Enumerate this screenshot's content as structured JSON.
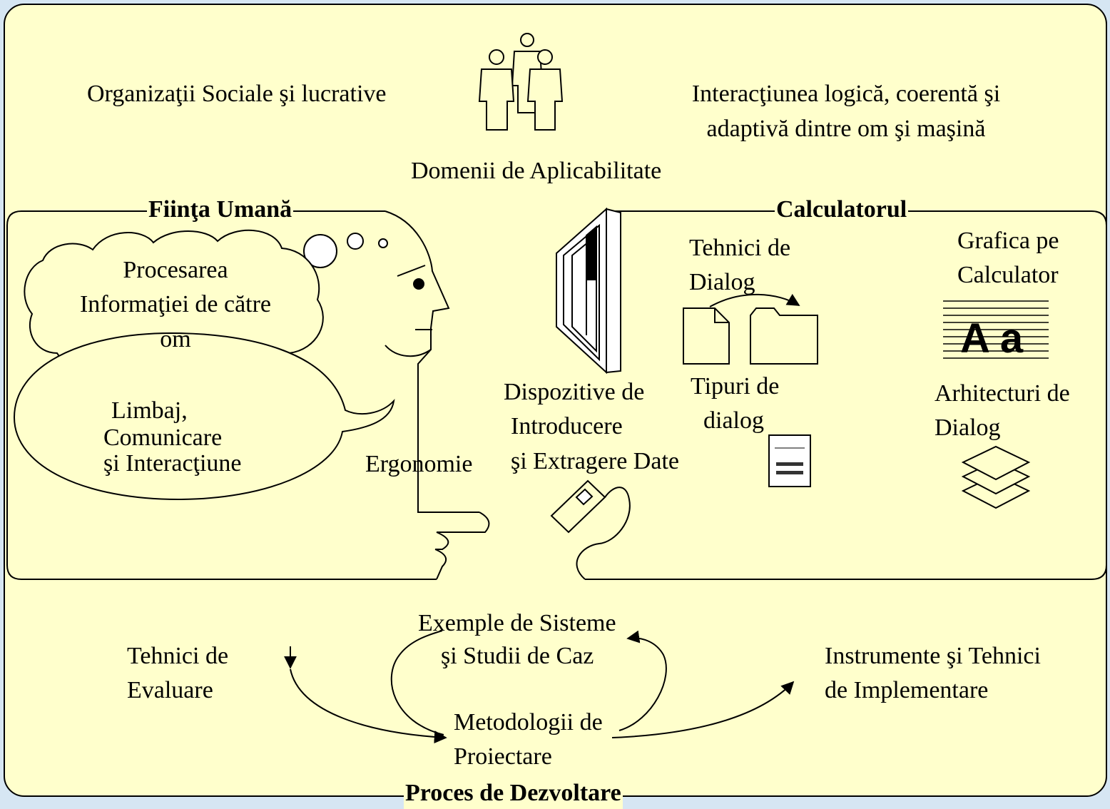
{
  "colors": {
    "panel_fill": "#ffffcc",
    "page_background": "#d6e6f3",
    "stroke": "#000000"
  },
  "icons": [
    "people-group-icon",
    "thought-cloud-icon",
    "speech-bubble-icon",
    "human-head-profile-icon",
    "monitor-icon",
    "document-icon",
    "folder-icon",
    "menu-list-icon",
    "layers-icon",
    "mouse-icon",
    "cycle-arrows-icon"
  ],
  "top_section": {
    "social_orgs": "Organizaţii Sociale şi lucrative",
    "interaction_line1": "Interacţiunea logică, coerentă şi",
    "interaction_line2": "adaptivă dintre om şi maşină",
    "domains": "Domenii de Aplicabilitate"
  },
  "human": {
    "title": "Fiinţa Umană",
    "processing_line1": "Procesarea",
    "processing_line2": "Informaţiei de către",
    "processing_line3": "om",
    "language_line1": "Limbaj,",
    "language_line2": "Comunicare",
    "language_line3": "şi Interacţiune",
    "ergonomics": "Ergonomie"
  },
  "computer": {
    "title": "Calculatorul",
    "dialog_tech_line1": "Tehnici de",
    "dialog_tech_line2": "Dialog",
    "graphics_line1": "Grafica pe",
    "graphics_line2": "Calculator",
    "aa_sample": "A a",
    "devices_line1": "Dispozitive de",
    "devices_line2": "Introducere",
    "devices_line3": "şi Extragere Date",
    "dialog_types_line1": "Tipuri de",
    "dialog_types_line2": "dialog",
    "architectures_line1": "Arhitecturi de",
    "architectures_line2": "Dialog"
  },
  "process": {
    "title": "Proces de Dezvoltare",
    "eval_line1": "Tehnici de",
    "eval_line2": "Evaluare",
    "examples_line1": "Exemple de Sisteme",
    "examples_line2": "şi Studii de Caz",
    "tools_line1": "Instrumente şi Tehnici",
    "tools_line2": "de Implementare",
    "methodology_line1": "Metodologii de",
    "methodology_line2": "Proiectare"
  }
}
